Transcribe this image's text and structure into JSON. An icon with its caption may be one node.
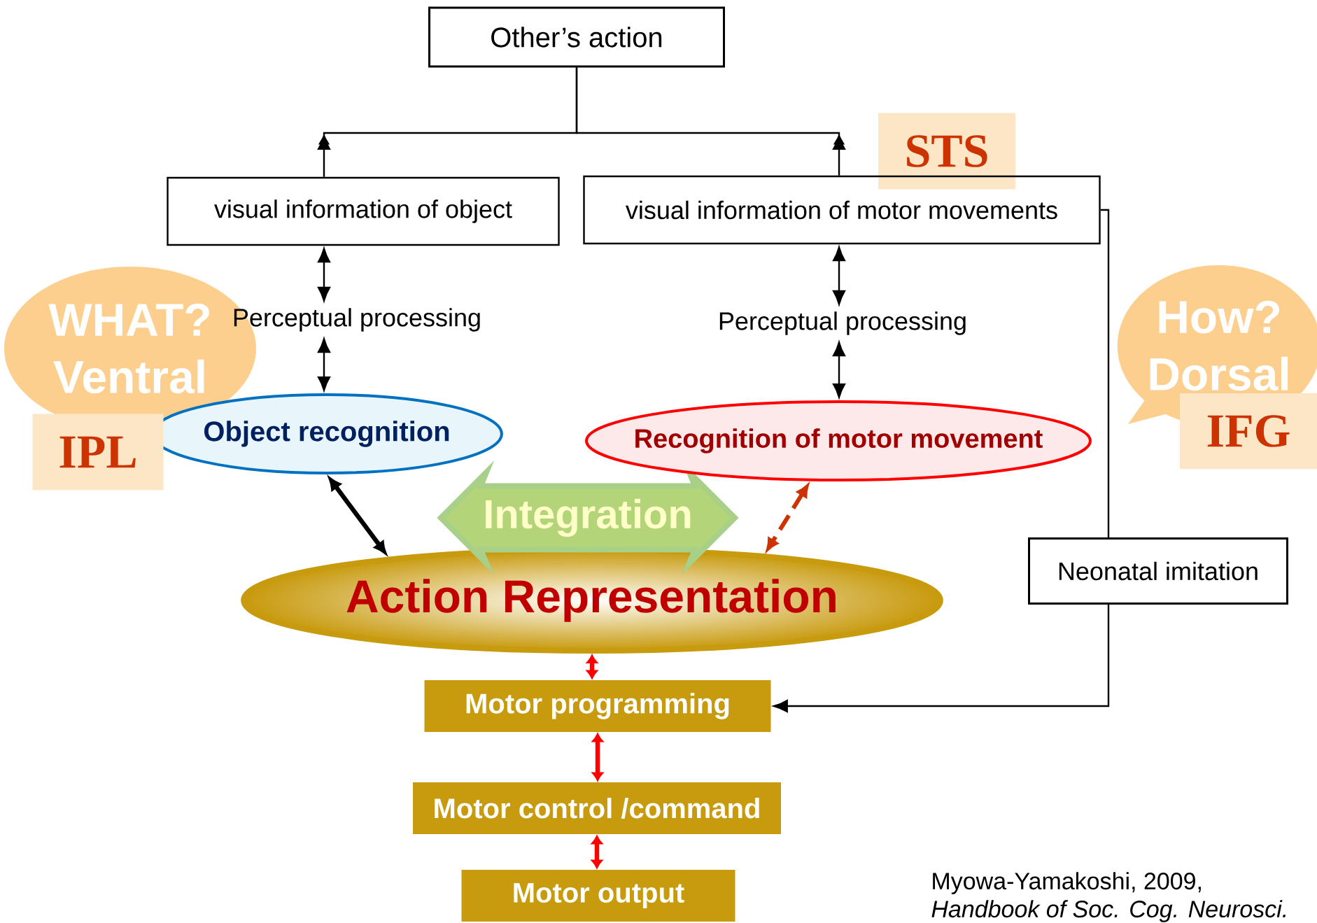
{
  "diagram": {
    "nodes": [
      {
        "text": [
          "Other’s action"
        ]
      },
      {
        "text": [
          "STS"
        ]
      },
      {
        "text": [
          "visual information of object"
        ]
      },
      {
        "text": [
          "visual information of motor movements"
        ]
      },
      {
        "text": [
          "WHAT?",
          "Ventral"
        ]
      },
      {
        "text": [
          "Perceptual processing"
        ]
      },
      {
        "text": [
          "Perceptual processing"
        ]
      },
      {
        "text": [
          "How?",
          "Dorsal"
        ]
      },
      {
        "text": [
          "Object recognition"
        ]
      },
      {
        "text": [
          "IPL"
        ]
      },
      {
        "text": [
          "Recognition of motor movement"
        ]
      },
      {
        "text": [
          "IFG"
        ]
      },
      {
        "text": [
          "Integration"
        ]
      },
      {
        "text": [
          "Neonatal imitation"
        ]
      },
      {
        "text": [
          "Action Representation"
        ]
      },
      {
        "text": [
          "Motor programming"
        ]
      },
      {
        "text": [
          "Motor control /command"
        ]
      },
      {
        "text": [
          "Motor output"
        ]
      }
    ],
    "edges": [
      {
        "from": 0,
        "to": 2,
        "arrow": "to"
      },
      {
        "from": 0,
        "to": 3,
        "arrow": "to"
      },
      {
        "from": 2,
        "to": 5,
        "arrow": "both"
      },
      {
        "from": 5,
        "to": 8,
        "arrow": "both"
      },
      {
        "from": 3,
        "to": 6,
        "arrow": "both"
      },
      {
        "from": 6,
        "to": 10,
        "arrow": "both"
      },
      {
        "from": 8,
        "to": 14,
        "arrow": "both",
        "style": "thick"
      },
      {
        "from": 10,
        "to": 14,
        "arrow": "both",
        "style": "dashed",
        "color": "#cc3300"
      },
      {
        "from": 3,
        "to": 13,
        "arrow": "none"
      },
      {
        "from": 13,
        "to": 15,
        "arrow": "to"
      },
      {
        "from": 14,
        "to": 15,
        "arrow": "both",
        "style": "thick",
        "color": "#ff0000"
      },
      {
        "from": 15,
        "to": 16,
        "arrow": "both",
        "style": "thick",
        "color": "#ff0000"
      },
      {
        "from": 16,
        "to": 17,
        "arrow": "both",
        "style": "thick",
        "color": "#ff0000"
      }
    ],
    "labels": [
      "Myowa-Yamakoshi, 2009,",
      "Handbook of Soc. Cog. Neurosci."
    ]
  }
}
